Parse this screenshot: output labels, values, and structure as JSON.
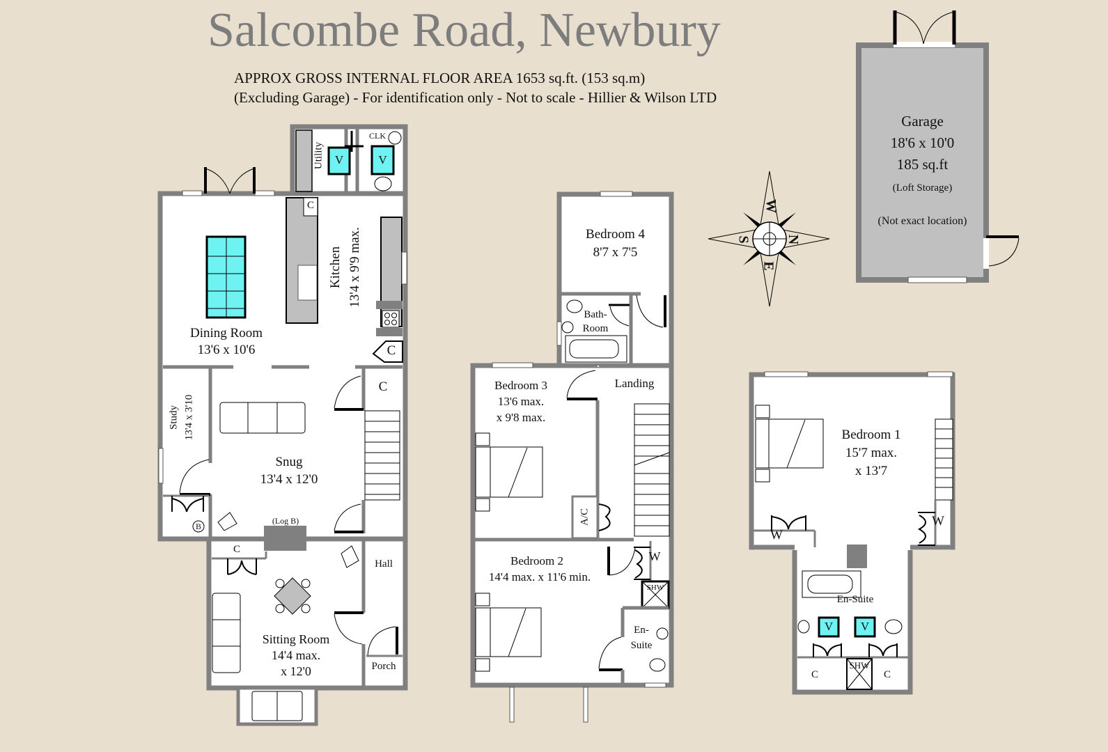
{
  "header": {
    "title": "Salcombe Road, Newbury",
    "area_line": "APPROX GROSS INTERNAL FLOOR AREA 1653 sq.ft. (153 sq.m)",
    "disclaimer_line": "(Excluding Garage) - For identification only - Not to scale - Hillier & Wilson LTD"
  },
  "colors": {
    "background": "#e8dfcf",
    "title_gray": "#7d7d7d",
    "wall": "#808080",
    "room_fill": "#ffffff",
    "worktop": "#bfbfbf",
    "fixture_cyan": "#6ef2f2",
    "garage_fill": "#c0c0c0"
  },
  "compass": {
    "top": "W",
    "right": "N",
    "bottom": "E",
    "left": "S"
  },
  "garage": {
    "name": "Garage",
    "dimensions": "18'6 x 10'0",
    "area": "185 sq.ft",
    "note1": "(Loft Storage)",
    "note2": "(Not exact location)"
  },
  "ground_floor": {
    "dining": {
      "name": "Dining Room",
      "dims": "13'6 x 10'6"
    },
    "kitchen": {
      "name": "Kitchen",
      "dims": "13'4 x 9'9 max."
    },
    "utility": {
      "name": "Utility"
    },
    "clk": {
      "name": "CLK"
    },
    "study": {
      "name": "Study",
      "dims": "13'4 x 3'10"
    },
    "snug": {
      "name": "Snug",
      "dims": "13'4 x 12'0"
    },
    "log_burner": "(Log B)",
    "boiler": "B",
    "sitting": {
      "name": "Sitting Room",
      "dims1": "14'4 max.",
      "dims2": "x 12'0"
    },
    "hall": "Hall",
    "porch": "Porch",
    "cupboard": "C",
    "vanity": "V"
  },
  "first_floor": {
    "bed4": {
      "name": "Bedroom 4",
      "dims": "8'7 x 7'5"
    },
    "bath": {
      "name1": "Bath-",
      "name2": "Room"
    },
    "bed3": {
      "name": "Bedroom 3",
      "dims1": "13'6 max.",
      "dims2": "x 9'8 max."
    },
    "landing": "Landing",
    "airing": "A/C",
    "bed2": {
      "name": "Bedroom 2",
      "dims": "14'4 max. x 11'6 min."
    },
    "wardrobe": "W",
    "shower": "SHW",
    "ensuite": {
      "name1": "En-",
      "name2": "Suite"
    }
  },
  "second_floor": {
    "bed1": {
      "name": "Bedroom 1",
      "dims1": "15'7 max.",
      "dims2": "x 13'7"
    },
    "wardrobe": "W",
    "ensuite": "En-Suite",
    "vanity": "V",
    "shower": "SHW",
    "cupboard": "C"
  }
}
